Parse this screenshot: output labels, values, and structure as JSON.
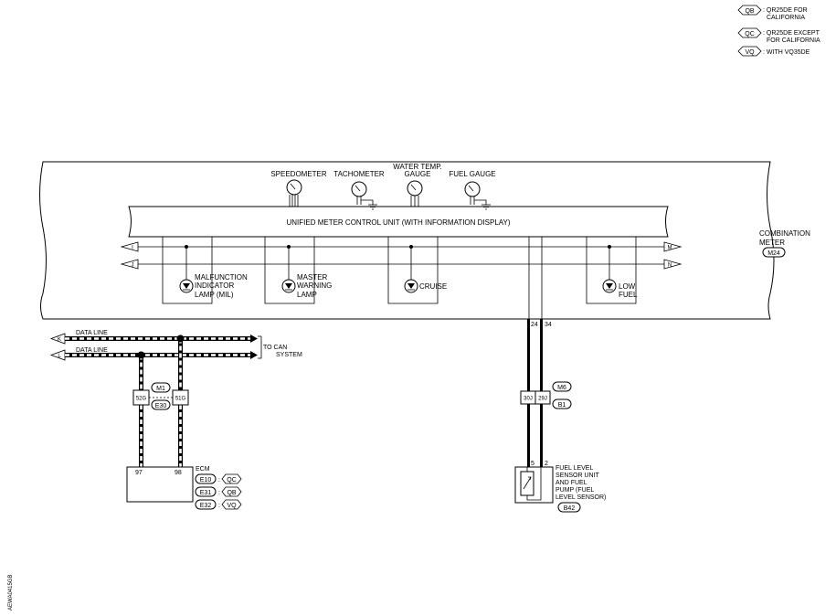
{
  "legend": [
    {
      "code": "QB",
      "text_lines": [
        ": QR25DE FOR",
        "CALIFORNIA"
      ]
    },
    {
      "code": "QC",
      "text_lines": [
        ": QR25DE EXCEPT",
        "FOR CALIFORNIA"
      ]
    },
    {
      "code": "VQ",
      "text_lines": [
        ": WITH VQ35DE"
      ]
    }
  ],
  "meter": {
    "name_lines": [
      "COMBINATION",
      "METER"
    ],
    "connector": "M24",
    "control_unit_label": "UNIFIED METER CONTROL UNIT (WITH INFORMATION DISPLAY)",
    "gauges": [
      {
        "label_lines": [
          "SPEEDOMETER"
        ]
      },
      {
        "label_lines": [
          "TACHOMETER"
        ]
      },
      {
        "label_lines": [
          "WATER TEMP.",
          "GAUGE"
        ]
      },
      {
        "label_lines": [
          "FUEL GAUGE"
        ]
      }
    ],
    "lamps": [
      {
        "label_lines": [
          "MALFUNCTION",
          "INDICATOR",
          "LAMP (MIL)"
        ]
      },
      {
        "label_lines": [
          "MASTER",
          "WARNING",
          "LAMP"
        ]
      },
      {
        "label_lines": [
          "CRUISE"
        ]
      },
      {
        "label_lines": [
          "LOW",
          "FUEL"
        ]
      }
    ],
    "arrow_left": [
      "I",
      "J"
    ],
    "arrow_right": [
      "M",
      "N"
    ],
    "terminals": [
      "24",
      "34"
    ]
  },
  "can": {
    "data_line_1": "DATA LINE",
    "data_line_2": "DATA LINE",
    "arrow_top": "K",
    "arrow_bottom": "L",
    "to_can_lines": [
      "TO CAN",
      "SYSTEM"
    ]
  },
  "junction_left": {
    "pin_a": "52G",
    "pin_b": "51G",
    "connector_top": "M1",
    "connector_bottom": "E30"
  },
  "ecm": {
    "label": "ECM",
    "pin_a": "97",
    "pin_b": "98",
    "connectors": [
      {
        "connector": "E10",
        "variant": "QC"
      },
      {
        "connector": "E31",
        "variant": "QB"
      },
      {
        "connector": "E32",
        "variant": "VQ"
      }
    ]
  },
  "junction_right": {
    "pin_a": "30J",
    "pin_b": "29J",
    "connector_top": "M6",
    "connector_bottom": "B1"
  },
  "fuel_sensor": {
    "pin_a": "5",
    "pin_b": "2",
    "label_lines": [
      "FUEL LEVEL",
      "SENSOR UNIT",
      "AND FUEL",
      "PUMP (FUEL",
      "LEVEL SENSOR)"
    ],
    "connector": "B42"
  },
  "figure_id": "AEWA0415GB"
}
